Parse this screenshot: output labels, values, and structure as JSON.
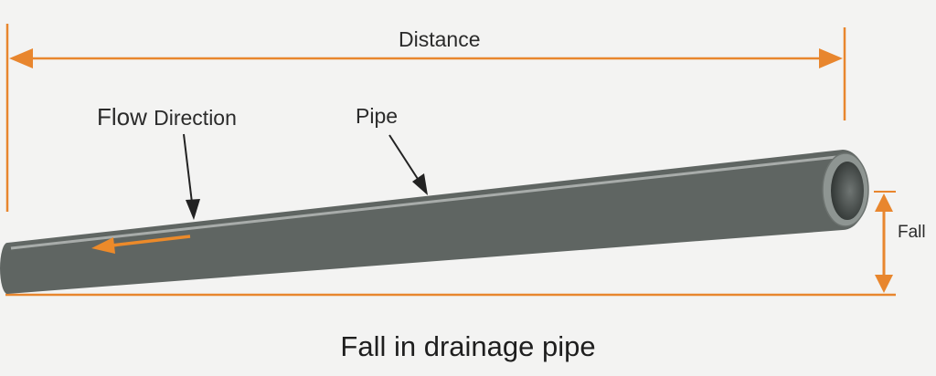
{
  "labels": {
    "distance": "Distance",
    "pipe": "Pipe",
    "flow_word": "Flow",
    "direction_word": "Direction",
    "fall": "Fall",
    "caption": "Fall in drainage pipe"
  },
  "colors": {
    "dimension": "#e8862e",
    "flow_arrow": "#ec8a2a",
    "pipe": "#8f9693",
    "pointer": "#222222",
    "text": "#2b2b2b"
  }
}
